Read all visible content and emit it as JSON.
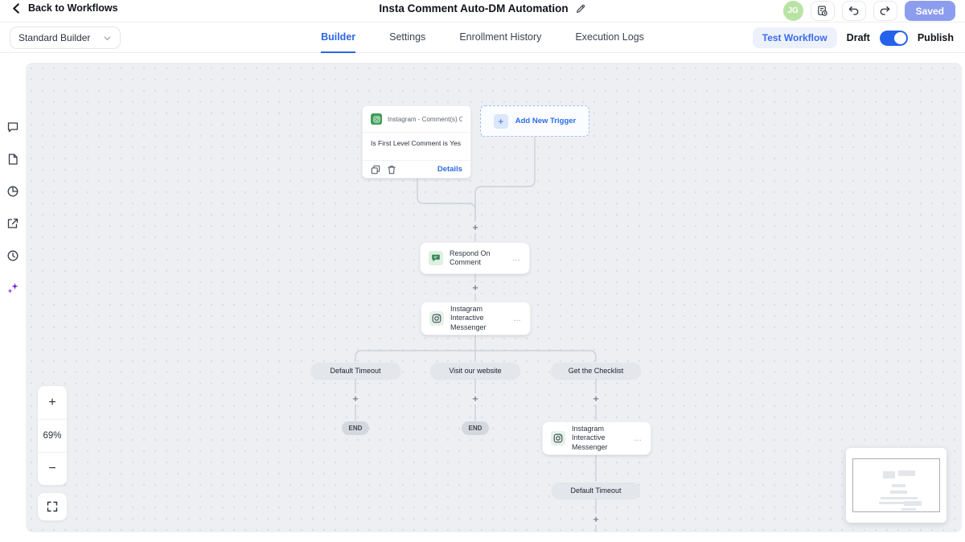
{
  "header": {
    "back_label": "Back to Workflows",
    "title": "Insta Comment Auto-DM Automation",
    "avatar_initials": "JG",
    "saved_label": "Saved"
  },
  "toolbar": {
    "builder_mode": "Standard Builder",
    "tabs": [
      "Builder",
      "Settings",
      "Enrollment History",
      "Execution Logs"
    ],
    "active_tab": "Builder",
    "test_workflow_label": "Test Workflow",
    "draft_label": "Draft",
    "publish_label": "Publish",
    "publish_toggle_on": true
  },
  "canvas": {
    "zoom_level": "69%",
    "trigger": {
      "title": "Instagram - Comment(s) O...",
      "condition": "Is First Level Comment is Yes",
      "details_label": "Details"
    },
    "add_trigger_label": "Add New Trigger",
    "respond_node_label": "Respond On Comment",
    "messenger_node_label": "Instagram Interactive Messenger",
    "messenger_node2_label": "Instagram Interactive Messenger",
    "branch_pills": [
      "Default Timeout",
      "Visit our website",
      "Get the Checklist"
    ],
    "timeout_pill": "Default Timeout",
    "end_label": "END"
  },
  "icons": {
    "add": "+",
    "zoom_in": "+",
    "zoom_out": "−",
    "node_menu": "…"
  },
  "colors": {
    "accent_blue": "#2e66e5",
    "saved_button": "#8c9dee",
    "avatar_green": "#b9e3a3",
    "instagram_green": "#3c9e55",
    "toggle_on": "#2563eb",
    "canvas_bg": "#edeff2",
    "sparkle_purple": "#7029d6"
  }
}
